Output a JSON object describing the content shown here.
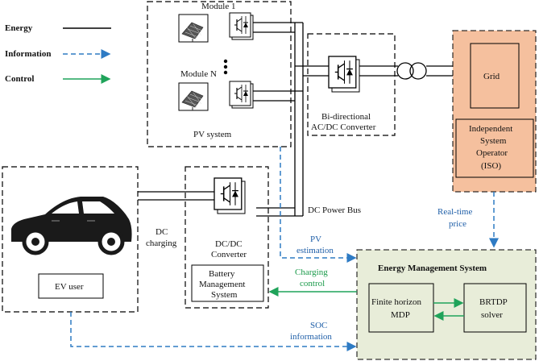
{
  "legend": {
    "energy": "Energy",
    "information": "Information",
    "control": "Control"
  },
  "pv": {
    "module_1": "Module 1",
    "module_n": "Module N",
    "system_label": "PV system"
  },
  "bidirectional_converter": {
    "line1": "Bi-directional",
    "line2": "AC/DC Converter"
  },
  "grid": {
    "label": "Grid"
  },
  "iso": {
    "line1": "Independent",
    "line2": "System",
    "line3": "Operator",
    "line4": "(ISO)"
  },
  "dc_bus": {
    "label": "DC Power Bus"
  },
  "dc_charging": {
    "line1": "DC",
    "line2": "charging"
  },
  "dcdc_converter": {
    "line1": "DC/DC",
    "line2": "Converter"
  },
  "bms": {
    "line1": "Battery",
    "line2": "Management",
    "line3": "System"
  },
  "ev_user": {
    "label": "EV user"
  },
  "signals": {
    "pv_estimation_1": "PV",
    "pv_estimation_2": "estimation",
    "charging_control_1": "Charging",
    "charging_control_2": "control",
    "soc_information_1": "SOC",
    "soc_information_2": "information",
    "realtime_price_1": "Real-time",
    "realtime_price_2": "price"
  },
  "ems": {
    "title": "Energy Management System",
    "mdp_line1": "Finite horizon",
    "mdp_line2": "MDP",
    "solver_line1": "BRTDP",
    "solver_line2": "solver"
  },
  "colors": {
    "energy": "#000000",
    "information": "#2e7bc4",
    "control": "#1fa35a",
    "iso_fill": "#f5c09e",
    "ems_fill": "#e8edd9"
  }
}
